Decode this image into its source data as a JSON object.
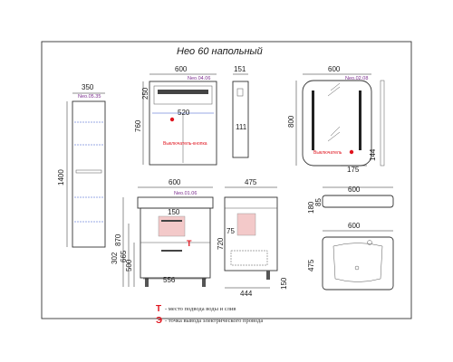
{
  "title": "Нео 60 напольный",
  "pencil_case": {
    "model": "Neo.05.35",
    "width": "350",
    "height": "1400"
  },
  "mirror_cabinet": {
    "model": "Neo.04.06",
    "width": "600",
    "height": "760",
    "top_h": "250",
    "inner_w": "520",
    "switch_label": "Выключатель-кнопка",
    "depth": "151",
    "side_h": "111"
  },
  "mirror": {
    "model": "Neo.02.08",
    "width": "600",
    "height": "800",
    "switch_label": "Выключатель",
    "socket_offset": "175",
    "socket_h": "144"
  },
  "vanity": {
    "model": "Neo.01.06",
    "width": "600",
    "depth": "475",
    "height": "870",
    "body_h": "720",
    "drawer_h": "665",
    "lower_h": "500",
    "base_h": "302",
    "inner_w": "556",
    "pipe_w": "150",
    "pipe_h": "75",
    "depth_bottom": "444",
    "leg_h": "150"
  },
  "basin": {
    "width_top": "600",
    "depth": "180",
    "side_h": "85",
    "width_plan": "600",
    "depth_plan": "475"
  },
  "legend": {
    "water": {
      "symbol": "Т",
      "text": "- место подвода воды и слив",
      "color": "#e0141e"
    },
    "power": {
      "symbol": "Э",
      "text": "- точка вывода электрического провода",
      "color": "#e0141e"
    }
  },
  "colors": {
    "accent": "#7b2d8e",
    "marker": "#e0141e",
    "line": "#222222"
  }
}
